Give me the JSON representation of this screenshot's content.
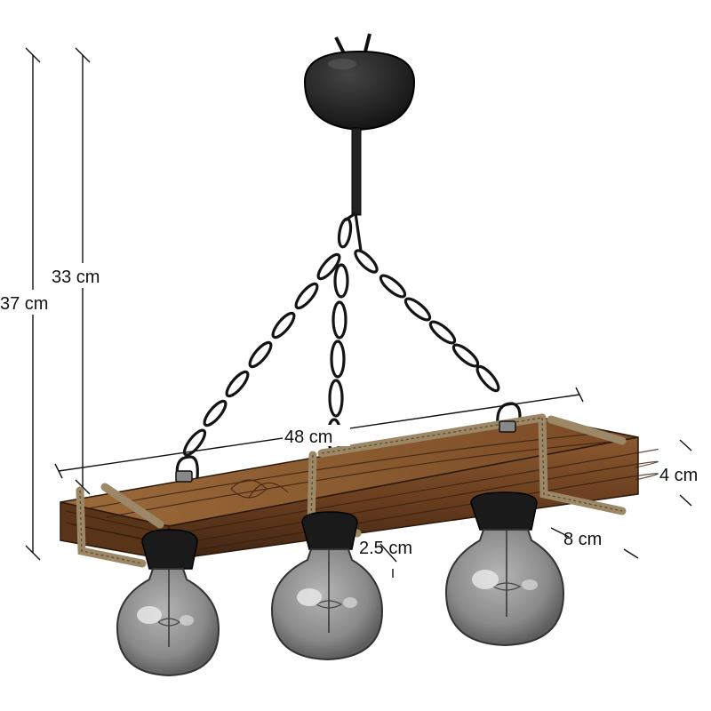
{
  "dimensions": {
    "total_height": "37 cm",
    "chain_height": "33 cm",
    "beam_length": "48 cm",
    "beam_height": "4 cm",
    "beam_depth": "8 cm",
    "socket_height": "2.5 cm"
  },
  "colors": {
    "wood_dark": "#4a2c17",
    "wood_mid": "#7a4a26",
    "wood_light": "#a06a3a",
    "rope": "#a08a6a",
    "metal": "#1a1a1a",
    "bulb_glass": "#8c8c8c",
    "bulb_highlight": "#e6e6e6",
    "dimension_line": "#111111"
  },
  "icons": [
    "ceiling-canopy-icon",
    "chain-icon",
    "wooden-beam-icon",
    "rope-wrap-icon",
    "edison-bulb-icon",
    "bulb-socket-icon"
  ]
}
